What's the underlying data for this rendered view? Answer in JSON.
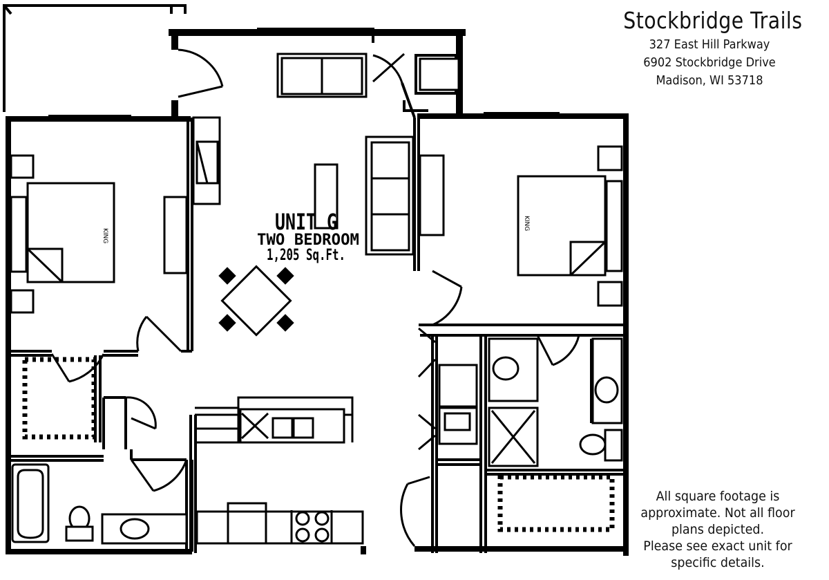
{
  "header": {
    "title": "Stockbridge Trails",
    "address_line1": "327 East Hill Parkway",
    "address_line2": "6902 Stockbridge Drive",
    "address_line3": "Madison, WI 53718"
  },
  "plan": {
    "unit_name": "UNIT G",
    "unit_type": "TWO BEDROOM",
    "unit_area": "1,205 Sq.Ft.",
    "bed_left_label": "KING",
    "bed_right_label": "KING"
  },
  "disclaimer": {
    "line1": "All square footage is",
    "line2": "approximate. Not all floor",
    "line3": "plans depicted.",
    "line4": "Please see exact unit for",
    "line5": "specific details."
  }
}
